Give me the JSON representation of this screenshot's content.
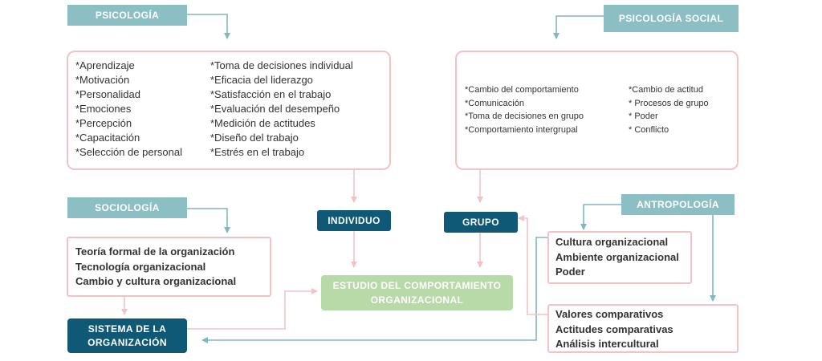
{
  "labels": {
    "psicologia": "PSICOLOGÍA",
    "psicologia_social": "PSICOLOGÍA SOCIAL",
    "sociologia": "SOCIOLOGÍA",
    "antropologia": "ANTROPOLOGÍA",
    "individuo": "INDIVIDUO",
    "grupo": "GRUPO",
    "estudio_line1": "ESTUDIO DEL COMPORTAMIENTO",
    "estudio_line2": "ORGANIZACIONAL",
    "sistema_line1": "SISTEMA DE LA",
    "sistema_line2": "ORGANIZACIÓN"
  },
  "psicologia_items_left": [
    "*Aprendizaje",
    "*Motivación",
    "*Personalidad",
    "*Emociones",
    "*Percepción",
    "*Capacitación",
    "*Selección de personal"
  ],
  "psicologia_items_right": [
    "*Toma de decisiones individual",
    "*Eficacia del liderazgo",
    "*Satisfacción en el trabajo",
    "*Evaluación del desempeño",
    "*Medición de actitudes",
    "*Diseño del trabajo",
    "*Estrés en el trabajo"
  ],
  "psicologia_social_items_left": [
    "*Cambio del comportamiento",
    "*Comunicación",
    "*Toma de decisiones en grupo",
    "*Comportamiento intergrupal"
  ],
  "psicologia_social_items_right": [
    "*Cambio de actitud",
    "* Procesos de grupo",
    "* Poder",
    "* Conflicto"
  ],
  "sociologia_items": [
    "Teoría formal de la organización",
    "Tecnología organizacional",
    "Cambio y cultura organizacional"
  ],
  "antropologia_items_1": [
    "Cultura organizacional",
    "Ambiente organizacional",
    "Poder"
  ],
  "antropologia_items_2": [
    "Valores comparativos",
    "Actitudes comparativas",
    "Análisis intercultural"
  ],
  "colors": {
    "teal": "#8cbfc4",
    "navy": "#0f5876",
    "green": "#b8d9a8",
    "pink": "#f1c3c8",
    "text": "#333333"
  }
}
